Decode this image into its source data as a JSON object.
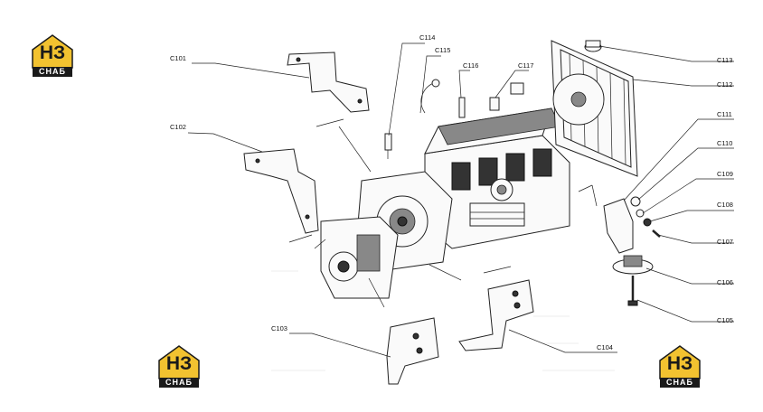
{
  "brand": {
    "logo_mark": "HЗ",
    "logo_word": "СНАБ",
    "accent_color": "#f2c230",
    "dark_color": "#1a1a1a"
  },
  "callouts": [
    {
      "id": "c101",
      "label": "C101"
    },
    {
      "id": "c102",
      "label": "C102"
    },
    {
      "id": "c103",
      "label": "C103"
    },
    {
      "id": "c104",
      "label": "C104"
    },
    {
      "id": "c105",
      "label": "C105"
    },
    {
      "id": "c106",
      "label": "C106"
    },
    {
      "id": "c107",
      "label": "C107"
    },
    {
      "id": "c108",
      "label": "C108"
    },
    {
      "id": "c109",
      "label": "C109"
    },
    {
      "id": "c110",
      "label": "C110"
    },
    {
      "id": "c111",
      "label": "C111"
    },
    {
      "id": "c112",
      "label": "C112"
    },
    {
      "id": "c113",
      "label": "C113"
    },
    {
      "id": "c114",
      "label": "C114"
    },
    {
      "id": "c115",
      "label": "C115"
    },
    {
      "id": "c116",
      "label": "C116"
    },
    {
      "id": "c117",
      "label": "C117"
    }
  ]
}
